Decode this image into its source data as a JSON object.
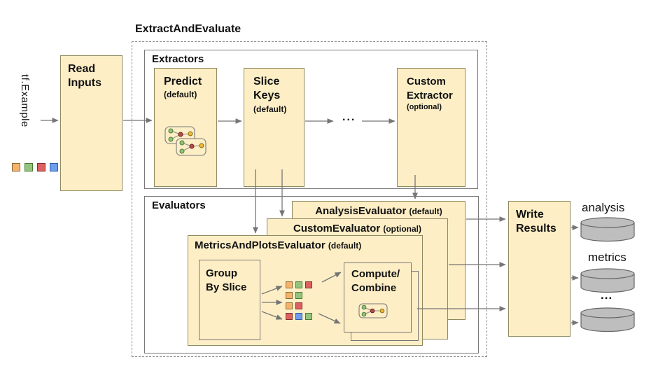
{
  "title": "ExtractAndEvaluate",
  "input": {
    "label": "tf.Example",
    "squares": [
      "orange",
      "green",
      "red",
      "blue"
    ]
  },
  "read_inputs": {
    "name": "Read\nInputs"
  },
  "extractors": {
    "title": "Extractors",
    "predict": {
      "name": "Predict",
      "qualifier": "(default)"
    },
    "slice_keys": {
      "name": "Slice\nKeys",
      "qualifier": "(default)"
    },
    "ellipsis": "...",
    "custom": {
      "name": "Custom\nExtractor",
      "qualifier": "(optional)"
    }
  },
  "evaluators": {
    "title": "Evaluators",
    "analysis": {
      "name": "AnalysisEvaluator",
      "qualifier": "(default)"
    },
    "custom": {
      "name": "CustomEvaluator",
      "qualifier": "(optional)"
    },
    "metrics_and_plots": {
      "name": "MetricsAndPlotsEvaluator",
      "qualifier": "(default)"
    },
    "group_by_slice": {
      "name": "Group\nBy Slice"
    },
    "compute_combine": {
      "name": "Compute/\nCombine"
    }
  },
  "slices": {
    "rows": [
      [
        "orange",
        "green",
        "red"
      ],
      [
        "orange",
        "green"
      ],
      [
        "orange",
        "red"
      ],
      [
        "red",
        "blue",
        "green"
      ]
    ]
  },
  "write_results": {
    "name": "Write\nResults"
  },
  "outputs": [
    {
      "label": "analysis"
    },
    {
      "label": "metrics"
    },
    {
      "label": "..."
    }
  ],
  "colors": {
    "orange": {
      "fill": "#F6B26B",
      "border": "#8a6a35"
    },
    "green": {
      "fill": "#93C47D",
      "border": "#4c7a35"
    },
    "red": {
      "fill": "#DD5F5F",
      "border": "#823030"
    },
    "blue": {
      "fill": "#6D9EEB",
      "border": "#2f5cab"
    },
    "box_fill": "#FDEEC6",
    "box_border": "#8f8a60",
    "container_border": "#777777",
    "arrow": "#757575",
    "cylinder_fill": "#BEBEBE",
    "cylinder_border": "#666666"
  }
}
